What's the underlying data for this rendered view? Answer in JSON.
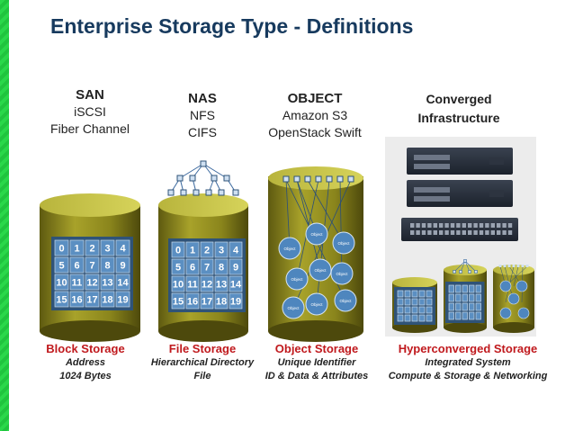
{
  "title": "Enterprise Storage Type - Definitions",
  "columns": [
    {
      "header": [
        "SAN",
        "iSCSI",
        "Fiber Channel"
      ],
      "caption": "Block Storage",
      "desc": [
        "Address",
        "1024 Bytes"
      ]
    },
    {
      "header": [
        "NAS",
        "NFS",
        "CIFS"
      ],
      "caption": "File Storage",
      "desc": [
        "Hierarchical Directory",
        "File"
      ]
    },
    {
      "header": [
        "OBJECT",
        "Amazon S3",
        "OpenStack Swift"
      ],
      "caption": "Object Storage",
      "desc": [
        "Unique Identifier",
        "ID & Data & Attributes"
      ]
    },
    {
      "header": [
        "Converged",
        "Infrastructure"
      ],
      "caption": "Hyperconverged Storage",
      "desc": [
        "Integrated System",
        "Compute & Storage & Networking"
      ]
    }
  ],
  "grid_numbers": [
    [
      "0",
      "1",
      "2",
      "3",
      "4"
    ],
    [
      "5",
      "6",
      "7",
      "8",
      "9"
    ],
    [
      "10",
      "11",
      "12",
      "13",
      "14"
    ],
    [
      "15",
      "16",
      "17",
      "18",
      "19"
    ]
  ],
  "object_label": "Object",
  "colors": {
    "title": "#173a5e",
    "caption": "#c0191d",
    "cylinder": "#8f8a1c",
    "cell": "#4f83b6",
    "accent_bar": "#2ad84a"
  }
}
